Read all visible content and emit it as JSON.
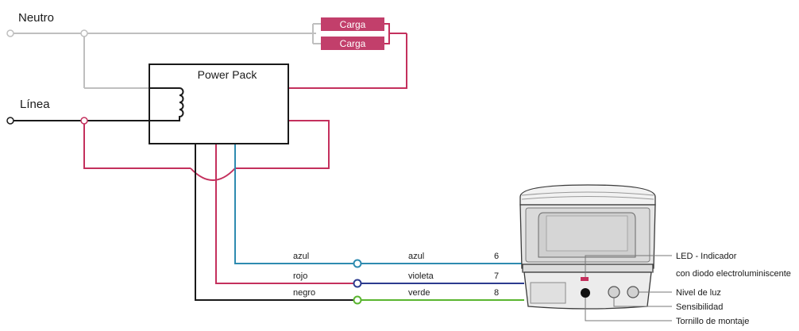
{
  "colors": {
    "neutral": "#bfbfbf",
    "line": "#1a1a1a",
    "red": "#c4305d",
    "blue": "#2e8bb0",
    "violet": "#2c3b8f",
    "green": "#5ab52f",
    "load": "#c23f6b"
  },
  "labels": {
    "neutro": "Neutro",
    "linea": "Línea",
    "power_pack": "Power Pack",
    "carga_1": "Carga",
    "carga_2": "Carga"
  },
  "wires": [
    {
      "left": "azul",
      "right": "azul",
      "pin": "6",
      "color": "blue"
    },
    {
      "left": "rojo",
      "right": "violeta",
      "pin": "7",
      "color": "violet"
    },
    {
      "left": "negro",
      "right": "verde",
      "pin": "8",
      "color": "green"
    }
  ],
  "callouts": {
    "led_line1": "LED - Indicador",
    "led_line2": "con diodo electroluminiscente",
    "light_level": "Nivel de luz",
    "sensitivity": "Sensibilidad",
    "mounting_screw": "Tornillo de montaje"
  }
}
